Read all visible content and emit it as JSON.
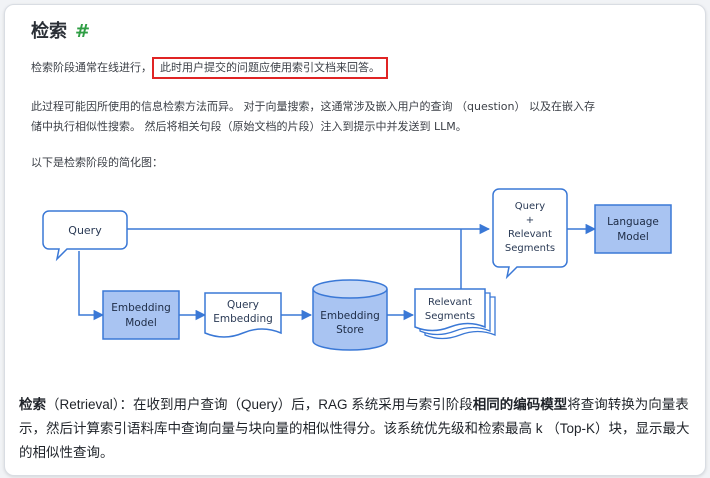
{
  "doc": {
    "heading": "检索",
    "anchor": "#",
    "para1_lead": "检索阶段通常在线进行，",
    "para1_highlight": "此时用户提交的问题应使用索引文档来回答。",
    "para2_line1": "此过程可能因所使用的信息检索方法而异。 对于向量搜索，这通常涉及嵌入用户的查询 （question） 以及在嵌入存",
    "para2_line2": "储中执行相似性搜索。 然后将相关句段（原始文档的片段）注入到提示中并发送到 LLM。",
    "para3": "以下是检索阶段的简化图："
  },
  "diagram": {
    "nodes": {
      "query": "Query",
      "embedding_model_1": "Embedding",
      "embedding_model_2": "Model",
      "query_embedding_1": "Query",
      "query_embedding_2": "Embedding",
      "embedding_store_1": "Embedding",
      "embedding_store_2": "Store",
      "relevant_segments_1": "Relevant",
      "relevant_segments_2": "Segments",
      "combined_1": "Query",
      "combined_2": "+",
      "combined_3": "Relevant",
      "combined_4": "Segments",
      "language_model_1": "Language",
      "language_model_2": "Model"
    }
  },
  "summary": {
    "term": "检索",
    "part1": "（Retrieval）：在收到用户查询（Query）后，RAG 系统采用与索引阶段",
    "bold": "相同的编码模型",
    "part2": "将查询转换为向量表示，然后计算索引语料库中查询向量与块向量的相似性得分。该系统优先级和检索最高 k （Top-K）块，显示最大的相似性查询。"
  },
  "colors": {
    "highlight_border": "#e02424",
    "anchor": "#2f9e44",
    "node_fill": "#a9c4f2",
    "node_stroke": "#3a78d6",
    "arrow": "#3a78d6"
  }
}
